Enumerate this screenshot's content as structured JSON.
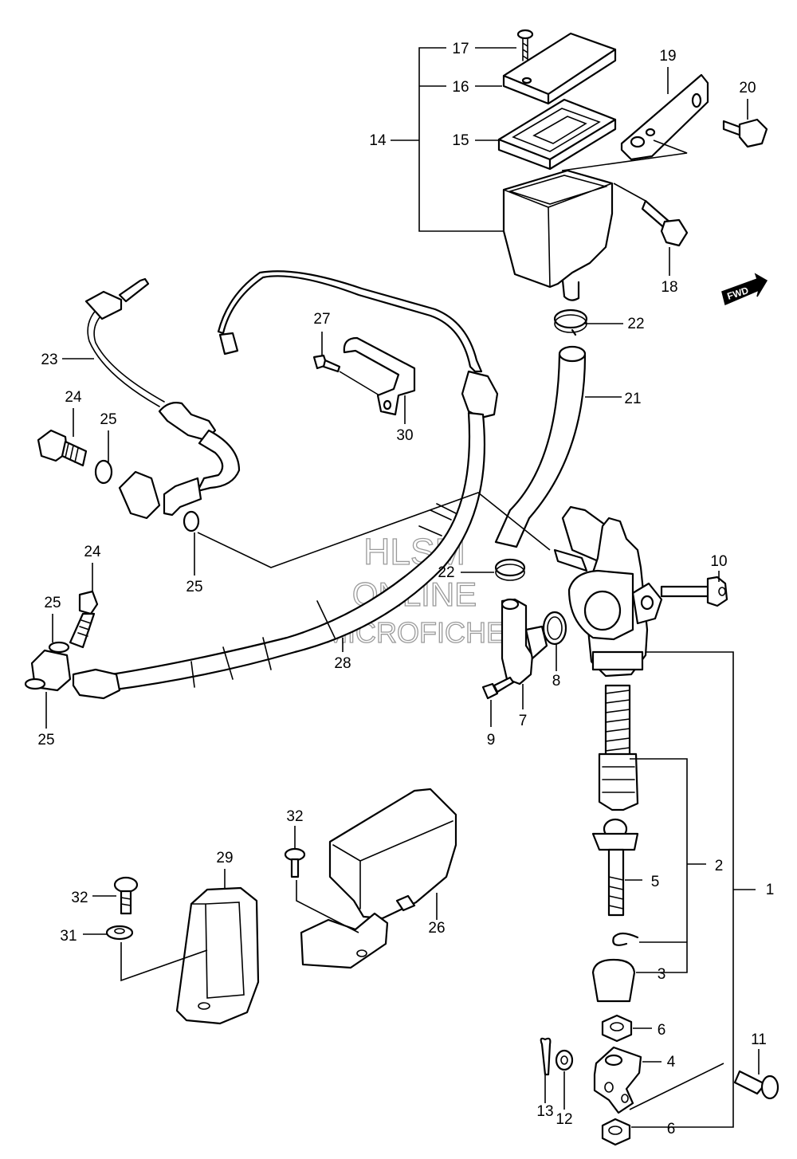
{
  "callouts": {
    "c1": "1",
    "c2": "2",
    "c3": "3",
    "c4": "4",
    "c5": "5",
    "c6a": "6",
    "c6b": "6",
    "c7": "7",
    "c8": "8",
    "c9": "9",
    "c10": "10",
    "c11": "11",
    "c12": "12",
    "c13": "13",
    "c14": "14",
    "c15": "15",
    "c16": "16",
    "c17": "17",
    "c18": "18",
    "c19": "19",
    "c20": "20",
    "c21": "21",
    "c22a": "22",
    "c22b": "22",
    "c23": "23",
    "c24a": "24",
    "c24b": "24",
    "c25a": "25",
    "c25b": "25",
    "c25c": "25",
    "c25d": "25",
    "c26": "26",
    "c27": "27",
    "c28": "28",
    "c29": "29",
    "c30": "30",
    "c31": "31",
    "c32a": "32",
    "c32b": "32"
  },
  "direction_marker": "FWD",
  "watermark": {
    "line1": "HLSM",
    "line2": "ONLINE",
    "line3": "MICROFICHE"
  }
}
